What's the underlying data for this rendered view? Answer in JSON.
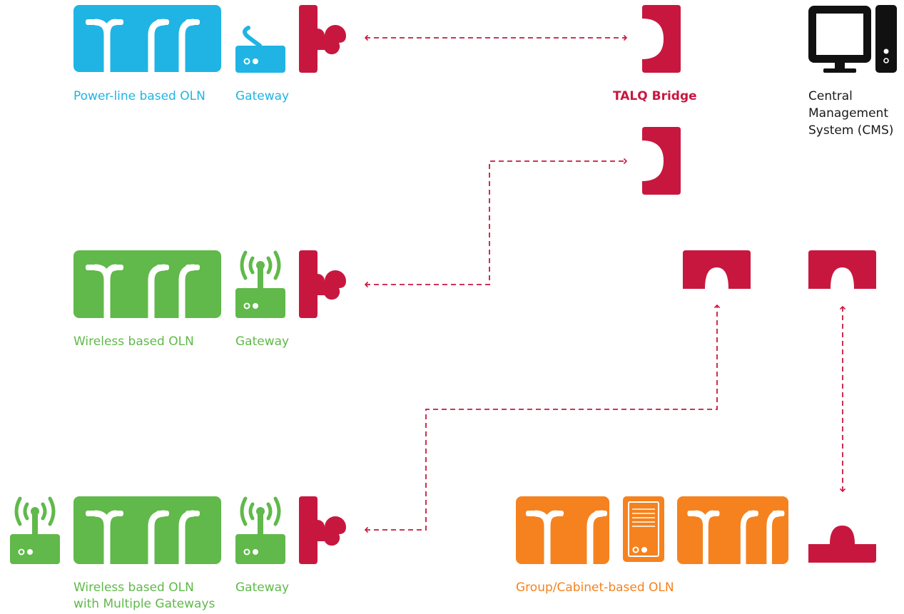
{
  "colors": {
    "powerline": "#1fb4e4",
    "wireless": "#60b94a",
    "cabinet": "#f5821f",
    "talq": "#c8173f",
    "cms": "#111111"
  },
  "labels": {
    "powerline_oln": "Power-line based OLN",
    "gateway_1": "Gateway",
    "talq_bridge": "TALQ Bridge",
    "cms_line1": "Central",
    "cms_line2": "Management",
    "cms_line3": "System (CMS)",
    "wireless_oln": "Wireless based OLN",
    "gateway_2": "Gateway",
    "wireless_multi_line1": "Wireless based OLN",
    "wireless_multi_line2": "with Multiple Gateways",
    "gateway_3": "Gateway",
    "cabinet_oln": "Group/Cabinet-based OLN"
  },
  "icons": {
    "streetlight_panel": "street-lights-icon",
    "gateway": "gateway-router-icon",
    "wireless_gateway": "wireless-gateway-icon",
    "talq_connector": "talq-connector-icon",
    "cabinet": "cabinet-icon",
    "cms": "computer-icon"
  }
}
